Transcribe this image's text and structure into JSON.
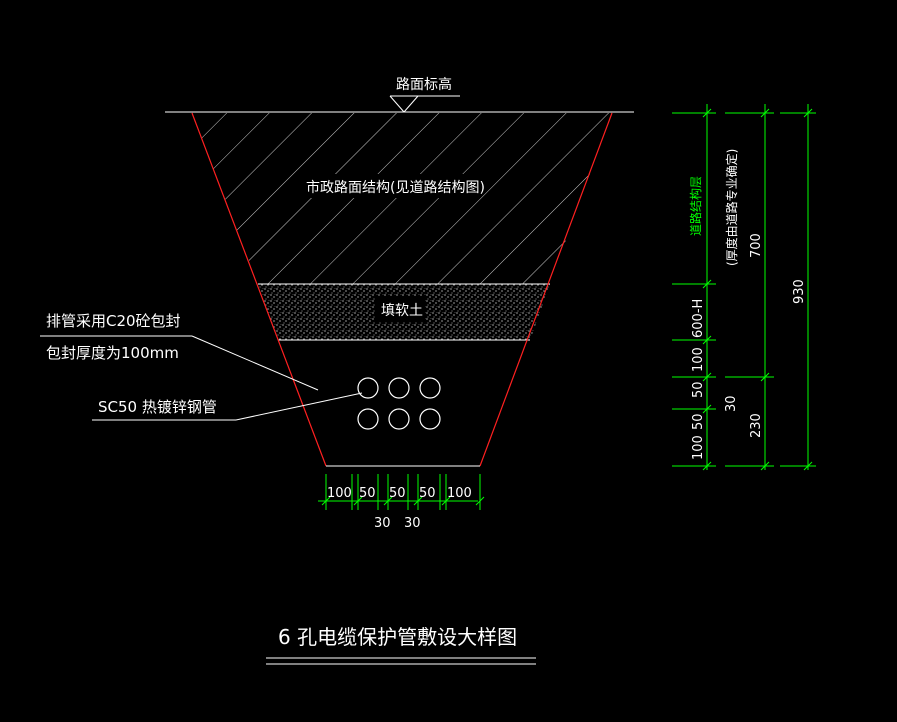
{
  "colors": {
    "background": "#000000",
    "line": "#ffffff",
    "trench_edge": "#ff2020",
    "dimension": "#00ff00",
    "label_green": "#00ff00"
  },
  "labels": {
    "road_elevation": "路面标高",
    "road_structure": "市政路面结构(见道路结构图)",
    "backfill": "填软土",
    "encasement_line1": "排管采用C20砼包封",
    "encasement_line2": "包封厚度为100mm",
    "pipe_spec": "SC50 热镀锌钢管",
    "road_layer_name": "道路结构层",
    "road_layer_note": "(厚度由道路专业确定)",
    "title": "6 孔电缆保护管敷设大样图"
  },
  "bottom_dims": {
    "row1": [
      "100",
      "50",
      "50",
      "50",
      "100"
    ],
    "row2": [
      "30",
      "30"
    ]
  },
  "right_dims": {
    "col1": [
      "600-H",
      "100",
      "50",
      "50",
      "100"
    ],
    "col1_extra": "30",
    "col2": [
      "700",
      "230"
    ],
    "col3": [
      "930"
    ]
  },
  "pipes": {
    "rows": 2,
    "cols": 3,
    "count": 6
  }
}
